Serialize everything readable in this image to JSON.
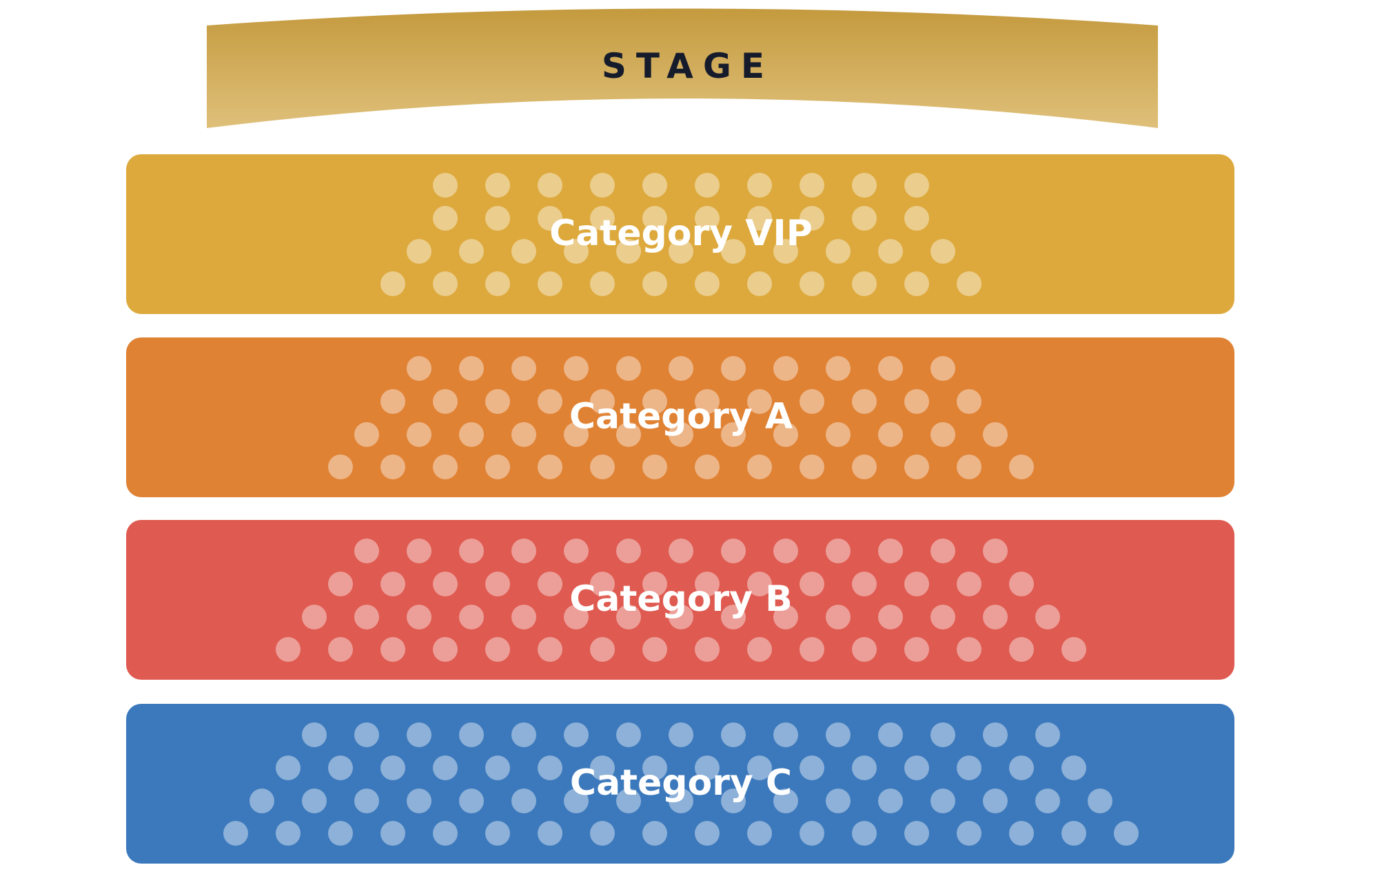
{
  "stage": {
    "label": "STAGE"
  },
  "colors": {
    "stage_top": "#c49a3e",
    "stage_bottom": "#dfc07a",
    "seat_dot": "#ffffff"
  },
  "sections": [
    {
      "id": "vip",
      "label": "Category VIP",
      "color": "#dda93c",
      "seat_rows": [
        10,
        10,
        11,
        12
      ]
    },
    {
      "id": "a",
      "label": "Category A",
      "color": "#e08234",
      "seat_rows": [
        11,
        12,
        13,
        14
      ]
    },
    {
      "id": "b",
      "label": "Category B",
      "color": "#df5a50",
      "seat_rows": [
        13,
        14,
        15,
        16
      ]
    },
    {
      "id": "c",
      "label": "Category C",
      "color": "#3c79bc",
      "seat_rows": [
        15,
        16,
        17,
        18
      ]
    }
  ]
}
